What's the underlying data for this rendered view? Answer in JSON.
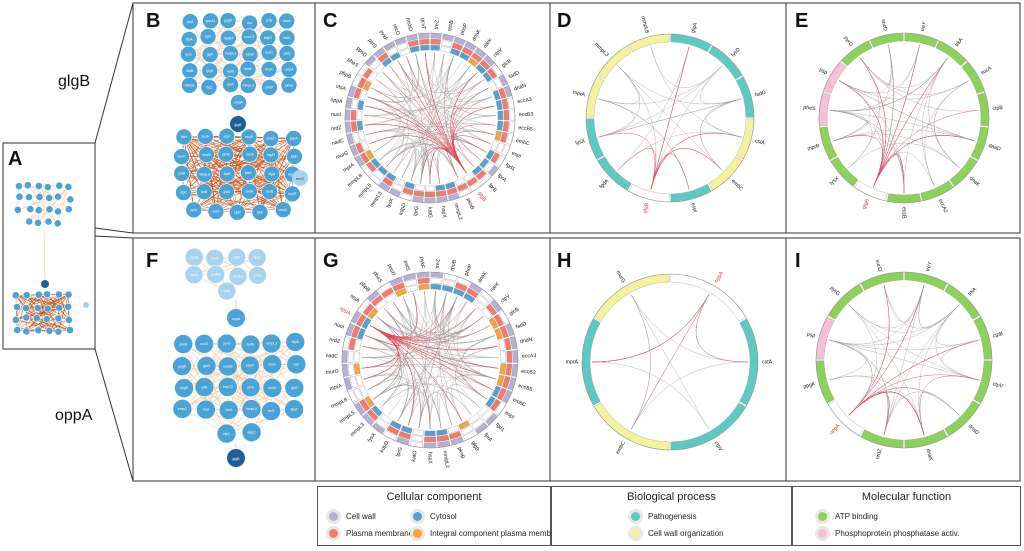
{
  "panel_letters": [
    "A",
    "B",
    "C",
    "D",
    "E",
    "F",
    "G",
    "H",
    "I"
  ],
  "row_labels": {
    "top": "glgB",
    "bottom": "oppA"
  },
  "colors": {
    "node": "#4aa3d6",
    "node_dark": "#1d5f95",
    "node_light": "#a8d3ee",
    "edge_light": "#f7c89e",
    "edge_dark": "#c9561b",
    "cell_wall": "#b7afd6",
    "plasma_membrane": "#f47a6e",
    "cytosol": "#5aa0cf",
    "integral_pm": "#f3a43e",
    "pathogenesis": "#5cc9c3",
    "cell_wall_org": "#f4f29e",
    "atp_binding": "#8ed15a",
    "phosphatase": "#f6bfd6",
    "highlight_text": "#d63b3b"
  },
  "networks": {
    "B_top_nodes": [
      "wzA",
      "ponA1",
      "ppgK",
      "Acr",
      "prrB",
      "esxA",
      "fbpA",
      "ctpV",
      "mpt64",
      "eccC3",
      "kdpD",
      "fadD",
      "lprG",
      "glpK",
      "mmpL5",
      "pknD",
      "sucC",
      "pstS",
      "fadB",
      "lpqH",
      "narK",
      "dnaK",
      "hspX",
      "ompA",
      "mmpS",
      "treZ",
      "lprA",
      "mmpL3",
      "phoP",
      "pknG",
      "cmaA"
    ],
    "B_hub": "glgB",
    "B_bottom_nodes": [
      "ftsH",
      "secA",
      "espI",
      "eccB",
      "embC",
      "pbpA",
      "murC",
      "dnaN",
      "pknB",
      "eccA",
      "espR",
      "lpqH",
      "pstA",
      "mmpL8",
      "fadE",
      "katG",
      "sigA",
      "mprA",
      "ctpC",
      "trxB",
      "glnA",
      "sodA",
      "rpoB",
      "murE",
      "ppiA",
      "narG",
      "clpP",
      "lprB",
      "mce1"
    ],
    "B_isolated": "recO",
    "F_top_nodes": [
      "ppsD",
      "cbbA",
      "ctpV",
      "fadD",
      "murG",
      "eccB3",
      "eccA3",
      "pstS",
      "lhaD"
    ],
    "F_hub": "oppA",
    "F_bottom_nodes": [
      "pknB",
      "sucD",
      "pyrG",
      "fadE",
      "mmpL3",
      "fbpA",
      "ppgK",
      "glcB",
      "eccB3",
      "espR",
      "cysA",
      "kat",
      "kdpD",
      "rplB",
      "eccC3",
      "prrA",
      "dnaK",
      "lprG",
      "embC",
      "nuoI",
      "mtrA",
      "mmpL5",
      "treS",
      "fadA",
      "ctpC",
      "ahpC"
    ],
    "F_bottom_hub": "glgB"
  },
  "chord_C": {
    "labels": [
      "treZ",
      "rpoB",
      "phoP",
      "dnaK",
      "narK",
      "ctpV",
      "glcB",
      "fadD",
      "dnaN",
      "eccA3",
      "eccB3",
      "eccB5",
      "embC",
      "espI",
      "fgd1",
      "fprA",
      "fprB",
      "glgB",
      "pknB",
      "mmpL2",
      "hspX",
      "katG",
      "lprG",
      "kdpD",
      "lysX",
      "mmpL3",
      "mmpL5",
      "mmpL8",
      "mprA",
      "murG",
      "nadC",
      "nrdZ",
      "nuoI",
      "oppA",
      "otsA",
      "pbpB",
      "pheS",
      "ppsD",
      "pstS",
      "pykF",
      "recO",
      "mshD",
      "gcvT"
    ],
    "highlight": "glgB"
  },
  "chord_D": {
    "labels": [
      "glgA",
      "lysD",
      "fadD",
      "cstA",
      "embC",
      "espI",
      "glgB",
      "fgdA",
      "lysX",
      "mprA",
      "mmpL3",
      "mmpL8"
    ],
    "highlight": "glgB"
  },
  "chord_E": {
    "labels": [
      "treY",
      "trkA",
      "sucA",
      "ctpB",
      "dnaD",
      "dnaK",
      "eccA2",
      "eccB",
      "glgB",
      "lysX",
      "mprB",
      "pheS",
      "psp",
      "pyrG",
      "sucD"
    ],
    "highlight": "glgB"
  },
  "chord_G": {
    "labels": [
      "treZ",
      "rpoB",
      "phoP",
      "dnaK",
      "narK",
      "ctpV",
      "glcB",
      "fadD",
      "dnaN",
      "eccA3",
      "eccB3",
      "eccB5",
      "embC",
      "espI",
      "fgd1",
      "fprA",
      "glgB",
      "pknB",
      "mmpL2",
      "hspX",
      "katG",
      "lprG",
      "kdpD",
      "lysX",
      "mmpL3",
      "mmpL5",
      "mmpL8",
      "mprA",
      "murG",
      "nadC",
      "nrdZ",
      "nuoI",
      "oppA",
      "otsA",
      "pbpB",
      "pheS",
      "ppsD",
      "pstS",
      "pykF"
    ],
    "highlight": "oppA"
  },
  "chord_H": {
    "labels": [
      "oppA",
      "cstA",
      "ctpV",
      "embC",
      "mprA",
      "murG"
    ],
    "highlight": "oppA"
  },
  "chord_I": {
    "labels": [
      "treY",
      "trkA",
      "ctpB",
      "ctpV",
      "dnaD",
      "dnaK",
      "nrdZ",
      "oppA",
      "ppgK",
      "psp",
      "pyrG",
      "sucD"
    ],
    "highlight": "oppA"
  },
  "legend": {
    "cellular": {
      "title": "Cellular component",
      "items": [
        "Cell wall",
        "Plasma membrane",
        "Cytosol",
        "Integral component plasma membr."
      ]
    },
    "biological": {
      "title": "Biological process",
      "items": [
        "Pathogenesis",
        "Cell wall organization"
      ]
    },
    "molecular": {
      "title": "Molecular function",
      "items": [
        "ATP binding",
        "Phosphoprotein phosphatase activ."
      ]
    }
  }
}
